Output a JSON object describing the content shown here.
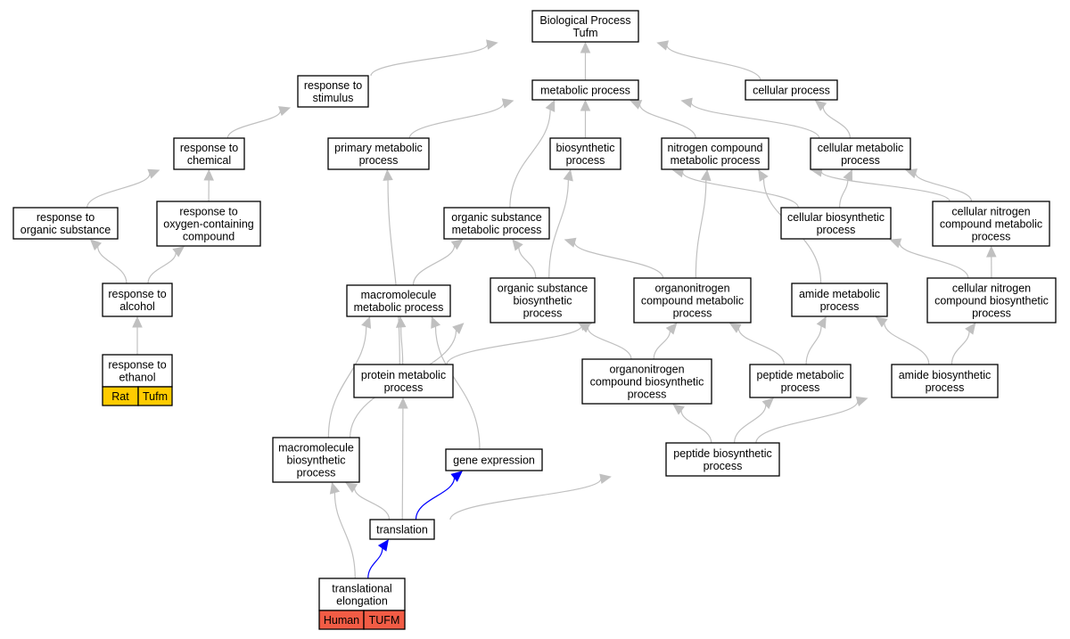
{
  "colors": {
    "edge": "#c0c0c0",
    "highlight_edge": "#0000ff",
    "rat_tag": "#ffcc00",
    "human_tag": "#f25c45"
  },
  "nodes": {
    "bp": [
      "Biological Process",
      "Tufm"
    ],
    "resp_stim": [
      "response to",
      "stimulus"
    ],
    "metabolic": [
      "metabolic process"
    ],
    "cellular": [
      "cellular process"
    ],
    "resp_chem": [
      "response to",
      "chemical"
    ],
    "primary_met": [
      "primary metabolic",
      "process"
    ],
    "biosynthetic": [
      "biosynthetic",
      "process"
    ],
    "nitrogen_met": [
      "nitrogen compound",
      "metabolic process"
    ],
    "cell_met": [
      "cellular metabolic",
      "process"
    ],
    "resp_org": [
      "response to",
      "organic substance"
    ],
    "resp_oxy": [
      "response to",
      "oxygen-containing",
      "compound"
    ],
    "org_sub_met": [
      "organic substance",
      "metabolic process"
    ],
    "cell_bios": [
      "cellular biosynthetic",
      "process"
    ],
    "cell_nitro_met": [
      "cellular nitrogen",
      "compound metabolic",
      "process"
    ],
    "resp_alc": [
      "response to",
      "alcohol"
    ],
    "macro_met": [
      "macromolecule",
      "metabolic process"
    ],
    "org_sub_bios": [
      "organic substance",
      "biosynthetic",
      "process"
    ],
    "organonitro_met": [
      "organonitrogen",
      "compound metabolic",
      "process"
    ],
    "amide_met": [
      "amide metabolic",
      "process"
    ],
    "cell_nitro_bios": [
      "cellular nitrogen",
      "compound biosynthetic",
      "process"
    ],
    "resp_eth": [
      "response to",
      "ethanol"
    ],
    "protein_met": [
      "protein metabolic",
      "process"
    ],
    "organonitro_bios": [
      "organonitrogen",
      "compound biosynthetic",
      "process"
    ],
    "peptide_met": [
      "peptide metabolic",
      "process"
    ],
    "amide_bios": [
      "amide biosynthetic",
      "process"
    ],
    "macro_bios": [
      "macromolecule",
      "biosynthetic",
      "process"
    ],
    "gene_expr": [
      "gene expression"
    ],
    "peptide_bios": [
      "peptide biosynthetic",
      "process"
    ],
    "translation": [
      "translation"
    ],
    "trans_elong": [
      "translational",
      "elongation"
    ]
  },
  "tags": {
    "resp_eth": [
      {
        "label": "Rat",
        "color": "#ffcc00"
      },
      {
        "label": "Tufm",
        "color": "#ffcc00"
      }
    ],
    "trans_elong": [
      {
        "label": "Human",
        "color": "#f25c45"
      },
      {
        "label": "TUFM",
        "color": "#f25c45"
      }
    ]
  }
}
